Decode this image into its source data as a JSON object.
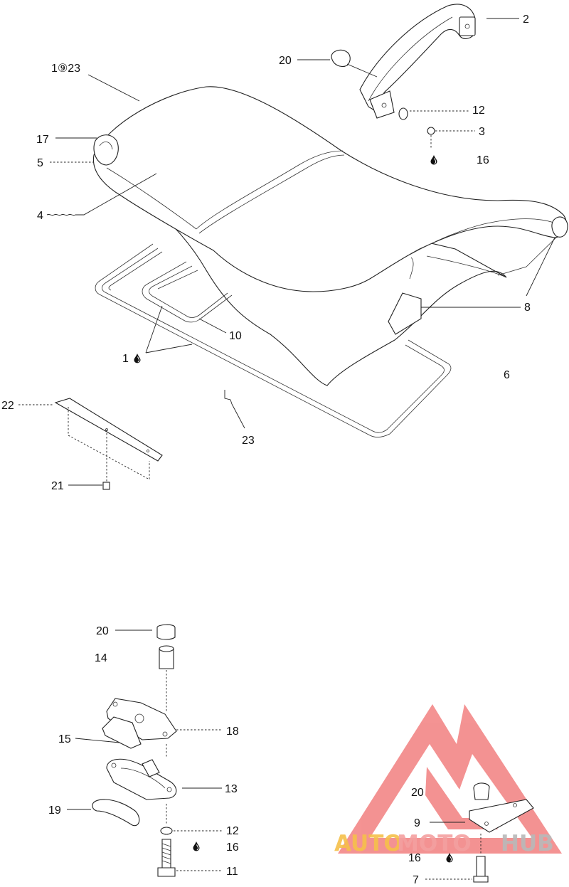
{
  "callouts": {
    "c_1_23": "1",
    "c_1_23_sym": "⑨",
    "c_1_23_b": "23",
    "c_2": "2",
    "c_20_top": "20",
    "c_12_top": "12",
    "c_3": "3",
    "c_16_top": "16",
    "c_17": "17",
    "c_5": "5",
    "c_4": "4",
    "c_8": "8",
    "c_10": "10",
    "c_1_loctite": "1",
    "c_6": "6",
    "c_22": "22",
    "c_23": "23",
    "c_21": "21",
    "c_20_mid": "20",
    "c_14": "14",
    "c_18": "18",
    "c_15": "15",
    "c_13": "13",
    "c_19": "19",
    "c_12_bot": "12",
    "c_16_bot": "16",
    "c_11": "11",
    "c_20_br": "20",
    "c_9": "9",
    "c_16_br": "16",
    "c_7": "7"
  },
  "watermark": {
    "text_a": "AUTO",
    "text_b": "MOTO",
    "text_c": "HUB",
    "color_a": "#f6c04a",
    "color_b": "#f4a0a0",
    "color_c": "#b9b9b9",
    "logo_color": "#f28080"
  },
  "symbols": {
    "drop_icon": "drop-icon"
  }
}
